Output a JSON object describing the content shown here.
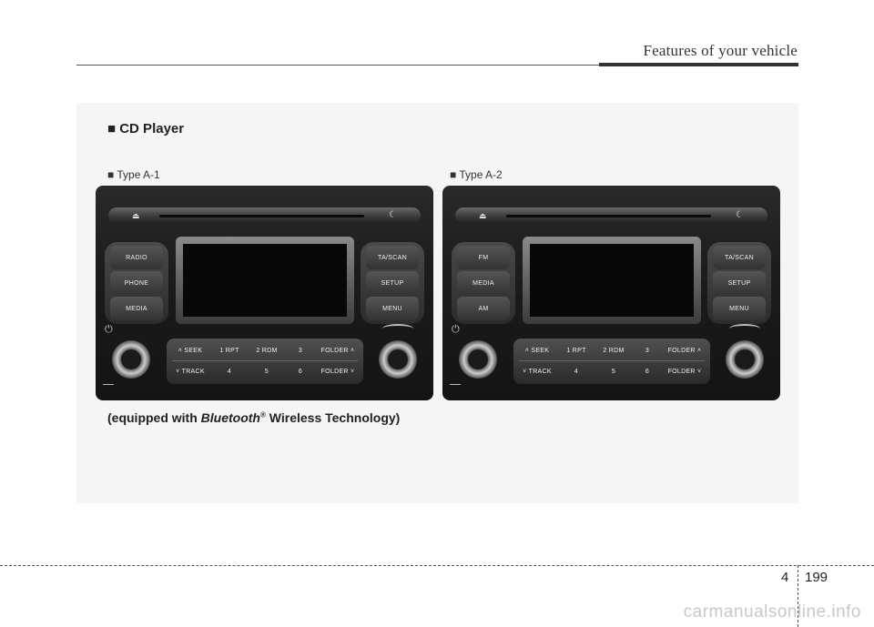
{
  "header": {
    "title": "Features of your vehicle"
  },
  "section": {
    "title": "■ CD Player"
  },
  "units": [
    {
      "label": "■ Type A-1",
      "left_buttons": [
        "RADIO",
        "PHONE",
        "MEDIA"
      ],
      "right_buttons": [
        "TA/SCAN",
        "SETUP",
        "MENU"
      ],
      "keys_top": [
        "˄ SEEK",
        "1 RPT",
        "2 RDM",
        "3",
        "FOLDER ˄"
      ],
      "keys_bottom": [
        "˅ TRACK",
        "4",
        "5",
        "6",
        "FOLDER ˅"
      ]
    },
    {
      "label": "■ Type A-2",
      "left_buttons": [
        "FM",
        "MEDIA",
        "AM"
      ],
      "right_buttons": [
        "TA/SCAN",
        "SETUP",
        "MENU"
      ],
      "keys_top": [
        "˄ SEEK",
        "1 RPT",
        "2 RDM",
        "3",
        "FOLDER ˄"
      ],
      "keys_bottom": [
        "˅ TRACK",
        "4",
        "5",
        "6",
        "FOLDER ˅"
      ]
    }
  ],
  "caption": {
    "prefix": "(equipped with ",
    "brand": "Bluetooth",
    "reg": "®",
    "suffix": " Wireless Technology)"
  },
  "footer": {
    "chapter": "4",
    "page": "199"
  },
  "watermark": "carmanualsonline.info",
  "icons": [
    "eject-icon",
    "moon-icon",
    "power-icon"
  ]
}
